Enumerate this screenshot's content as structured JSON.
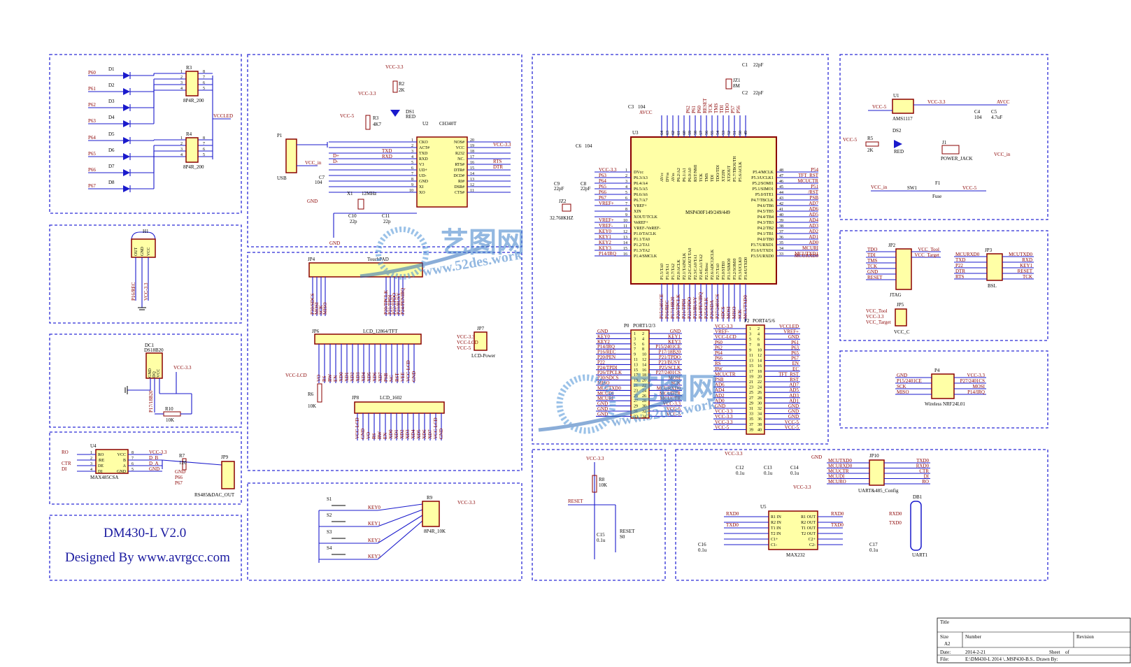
{
  "colors": {
    "block_border": "#2b2bd6",
    "wire": "#1a1acc",
    "ic_fill": "#ffffa6",
    "ic_border": "#8a0000",
    "net_label": "#8a0000",
    "title_text": "#1a1aa0"
  },
  "leds": {
    "diodes": [
      "D1",
      "D2",
      "D3",
      "D4",
      "D5",
      "D6",
      "D7",
      "D8"
    ],
    "nets": [
      "P60",
      "P61",
      "P62",
      "P63",
      "P64",
      "P65",
      "P66",
      "P67"
    ],
    "r3": "R3",
    "r4": "R4",
    "rpack": "8P4R_200",
    "vcc": "VCCLED"
  },
  "h1": {
    "ref": "H1",
    "pins": [
      "OUT",
      "GND",
      "VCC"
    ],
    "nets": [
      "P16/REC",
      "VCC-3.3"
    ]
  },
  "ds18": {
    "ref": "DC1",
    "part": "DS18B20",
    "pins": [
      "GND",
      "DQ",
      "VCC"
    ],
    "vcc": "VCC-3.3",
    "net": "P17/18B20",
    "r": "R10",
    "rv": "10K"
  },
  "rs485": {
    "ref": "U4",
    "part": "MAX485CSA",
    "left_pins": [
      "RO",
      "/RE",
      "DE",
      "DI"
    ],
    "right_pins": [
      "VCC",
      "B",
      "A",
      "GND"
    ],
    "left_nets": [
      "RO",
      "CTR",
      "DI"
    ],
    "right_nets": [
      "VCC-3.3",
      "D_B",
      "D_A",
      "GND"
    ],
    "r7": "R7",
    "r7v": "120",
    "jp9": "JP9",
    "jp9_nets": [
      "GND",
      "P66",
      "P67"
    ],
    "jp9_label": "RS485&DAC_OUT"
  },
  "title_block": {
    "line1": "DM430-L V2.0",
    "line2": "Designed By www.avrgcc.com"
  },
  "usb": {
    "ref": "U2",
    "part": "CH340T",
    "p1": "P1",
    "usb": "USB",
    "left_pins": [
      "CKO",
      "ACT#",
      "TXD",
      "RXD",
      "V3",
      "UD+",
      "UD-",
      "GND",
      "XI",
      "XO"
    ],
    "right_pins": [
      "NOS#",
      "VCC",
      "R232",
      "NC.",
      "RTS#",
      "DTR#",
      "DCD#",
      "RI#",
      "DSR#",
      "CTS#"
    ],
    "left_nums": [
      "1",
      "2",
      "3",
      "4",
      "5",
      "6",
      "7",
      "8",
      "9",
      "10"
    ],
    "right_nums": [
      "20",
      "19",
      "18",
      "17",
      "16",
      "15",
      "14",
      "13",
      "12",
      "11"
    ],
    "nets": {
      "vcc": "VCC-3.3",
      "vcc5": "VCC-5",
      "txd": "TXD",
      "rxd": "RXD",
      "rts": "RTS",
      "dtr": "DTR",
      "dp": "D+",
      "dm": "D-",
      "vin": "VCC_in"
    },
    "parts": {
      "r2": "R2",
      "r2v": "2K",
      "r3": "R3",
      "r3v": "4K7",
      "ds1": "DS1",
      "ds1c": "RED",
      "x1": "X1",
      "x1v": "12MHz",
      "c10": "C10",
      "c11": "C11",
      "cv": "22p",
      "c7": "C7",
      "c7v": "104",
      "gnd": "GND"
    }
  },
  "jp4": {
    "ref": "JP4",
    "label": "TouchPAD",
    "nets": [
      "P30/SDCS",
      "MOSI",
      "SCK",
      "MISO",
      "P20/TPCLK",
      "P21/TPDI",
      "P22/TPDO",
      "P23/BUSY",
      "P24/PENIRQ"
    ]
  },
  "jp6": {
    "ref": "JP6",
    "label": "LCD_12864/TFT",
    "nets": [
      "VO",
      "RS",
      "RW",
      "EN",
      "XD0",
      "XD1",
      "XD2",
      "XD3",
      "XD4",
      "XD5",
      "XD6",
      "XD7",
      "PSB",
      "NC",
      "RST",
      "VEE",
      "VCC-LCD",
      "GND"
    ],
    "vcc": "VCC-LCD",
    "r6": "R6",
    "r6v": "10K"
  },
  "jp7": {
    "ref": "JP7",
    "label": "LCD-Power",
    "nets": [
      "VCC-3.3",
      "VCC-LCD",
      "VCC-5"
    ]
  },
  "jp8": {
    "ref": "JP8",
    "label": "LCD_1602",
    "nets": [
      "VCC-LCD",
      "GND",
      "VO",
      "RS",
      "RW",
      "EN",
      "XD0",
      "XD1",
      "XD2",
      "XD3",
      "XD4",
      "XD5",
      "XD6",
      "XD7",
      "VCC-LCD",
      "GND"
    ]
  },
  "keys": {
    "switches": [
      "S1",
      "S2",
      "S3",
      "S4"
    ],
    "nets": [
      "KEY0",
      "KEY1",
      "KEY2",
      "KEY3"
    ],
    "r9": "R9",
    "rp": "8P4R_10K",
    "vcc": "VCC-3.3"
  },
  "mcu": {
    "ref": "U3",
    "part": "MSP430F149/249/449",
    "top_pins": [
      "AVcc",
      "DVss",
      "AVss",
      "P6.2/A2",
      "P6.1/A1",
      "P6.0/A0",
      "RST/NMI",
      "TCK",
      "TMS",
      "TDI",
      "TDO/TDI",
      "XT2IN",
      "XT2OUT",
      "P5.7/TBOUTH",
      "P5.6/ACLK"
    ],
    "top_nums": [
      "64",
      "63",
      "62",
      "61",
      "60",
      "59",
      "58",
      "57",
      "56",
      "55",
      "54",
      "53",
      "52",
      "51",
      "50",
      "49"
    ],
    "top_nets": [
      "P62",
      "P61",
      "P60",
      "RESET",
      "TCK",
      "TMS",
      "TDI",
      "TDO",
      "P57",
      "P56"
    ],
    "left_pins": [
      "DVcc",
      "P6.3/A3",
      "P6.4/A4",
      "P6.5/A5",
      "P6.6/A6",
      "P6.7/A7",
      "VREF+",
      "XIN",
      "XOUT/TCLK",
      "VeREF+",
      "VREF-/VeREF-",
      "P1.0/TACLK",
      "P1.1/TA0",
      "P1.2/TA1",
      "P1.3/TA2",
      "P1.4/SMCLK"
    ],
    "left_nums": [
      "1",
      "2",
      "3",
      "4",
      "5",
      "6",
      "7",
      "8",
      "9",
      "10",
      "11",
      "12",
      "13",
      "14",
      "15",
      "16"
    ],
    "left_nets": [
      "VCC-3.3",
      "P63",
      "P64",
      "P65",
      "P66",
      "P67",
      "VREF+",
      "",
      "",
      "VREF+",
      "VREF-",
      "KEY0",
      "KEY1",
      "KEY2",
      "KEY3",
      "P14/IRQ"
    ],
    "right_pins": [
      "P5.4/MCLK",
      "P5.3/UCLK1",
      "P5.2/SOMI1",
      "P5.1/SIMO1",
      "P5.0/STE1",
      "P4.7/TBCLK",
      "P4.6/TB6",
      "P4.5/TB5",
      "P4.4/TB4",
      "P4.3/TB3",
      "P4.2/TB2",
      "P4.1/TB1",
      "P4.0/TB0",
      "P3.7/URXD1",
      "P3.6/UTXD1",
      "P3.5/URXD0"
    ],
    "right_nums": [
      "48",
      "47",
      "46",
      "45",
      "44",
      "43",
      "42",
      "41",
      "40",
      "39",
      "38",
      "37",
      "36",
      "35",
      "34",
      "33"
    ],
    "right_nets": [
      "P54",
      "TFT_RST",
      "MCUCTR",
      "P51",
      "/RST",
      "PSB",
      "AD7",
      "AD6",
      "AD5",
      "AD4",
      "AD3",
      "AD2",
      "AD1",
      "AD0",
      "MCURI",
      "MCUTXD1"
    ],
    "right_nets2": [
      "",
      "",
      "",
      "",
      "",
      "",
      "",
      "",
      "",
      "",
      "",
      "",
      "",
      "",
      "",
      "MCURXD0"
    ],
    "bottom_pins": [
      "P1.5/TA0",
      "P1.6/TA1",
      "P1.7/TA2",
      "P2.0/ACLK",
      "P2.1/TAINCLK",
      "P2.2/CAOUT/TA0",
      "P2.3/CA0/TA1",
      "P2.4/CA1/TA2",
      "P2.5/Rosc",
      "P2.6/ADC12CLK",
      "P2.7/TA0",
      "P3.0/STE0",
      "P3.1/SIMO0",
      "P3.2/SOMI0",
      "P3.3/UCLK0",
      "P3.4/UTXD0"
    ],
    "bottom_nets": [
      "P15/2401CE",
      "P16/REC",
      "P17/18B20",
      "P20/TPCLK",
      "P21/TPDI",
      "P22/TPDO",
      "P23/BUSY",
      "P24/PENIRQ",
      "P25/SCLK",
      "P26/SDA",
      "P27/2401CS",
      "SDCS",
      "MOSI",
      "MISO",
      "SCK",
      "MCUTXD0"
    ],
    "parts": {
      "c1": "C1",
      "c2": "C2",
      "cv": "22pF",
      "jz1": "JZ1",
      "jz1v": "8M",
      "c3": "C3",
      "c3v": "104",
      "avcc": "AVCC",
      "c6": "C6",
      "c6v": "104",
      "c8": "C8",
      "c9": "C9",
      "c89v": "22pF",
      "jz2": "JZ2",
      "jz2v": "32.768KHZ"
    }
  },
  "port123": {
    "ref": "P0",
    "label": "PORT1/2/3",
    "left": [
      "GND",
      "KEY0",
      "KEY2",
      "P14/IRQ",
      "P16/REC",
      "P20/PEN",
      "P22",
      "P24/TPDI",
      "P26/TPCLK",
      "P30/SDCS",
      "MISO",
      "MCUTXD0",
      "MCUDI",
      "MCURI",
      "GND",
      "GND",
      "GND"
    ],
    "right": [
      "GND",
      "KEY1",
      "KEY3",
      "P15/2401CE",
      "P17/18B20",
      "P21/TPDO",
      "P23/BUSY",
      "P25/SCLK",
      "P27/2401CS",
      "MOSI",
      "SCK",
      "MCURXD0",
      "MCUDTR",
      "MCUCTR",
      "VCC-3.3",
      "VCC-5",
      "VCC-5"
    ]
  },
  "port456": {
    "ref": "P2",
    "label": "PORT4/5/6",
    "left": [
      "VCC-3.3",
      "VREF-",
      "VCC-LCD",
      "P60",
      "P62",
      "P64",
      "P66",
      "RS",
      "RW",
      "MCUCTR",
      "PSB",
      "AD6",
      "AD4",
      "AD2",
      "AD0",
      "GND",
      "VCC-3.3",
      "VCC-3.3",
      "VCC-3.3",
      "VCC-5"
    ],
    "right": [
      "VCCLED",
      "VREF+",
      "GND",
      "P61",
      "P63",
      "P65",
      "P67",
      "EN",
      "EC",
      "TFT_RST",
      "RST",
      "AD7",
      "AD5",
      "AD3",
      "AD1",
      "GND",
      "GND",
      "GND",
      "VCC-5",
      "VCC-5"
    ]
  },
  "power": {
    "u1": "U1",
    "u1p": "AMS1117",
    "vcc5": "VCC-5",
    "vcc33": "VCC-3.3",
    "avcc": "AVCC",
    "c4": "C4",
    "c4v": "104",
    "c5": "C5",
    "c5v": "4.7uF",
    "r5": "R5",
    "r5v": "2K",
    "ds2": "DS2",
    "ds2c": "RED",
    "j1": "J1",
    "j1p": "POWER_JACK",
    "vin": "VCC_in",
    "sw1": "SW1",
    "f1": "F1",
    "f1p": "Fuse"
  },
  "jtag": {
    "jp2": "JP2",
    "jp2_label": "JTAG",
    "left": [
      "TDO",
      "TDI",
      "TMS",
      "TCK",
      "GND",
      "RESET"
    ],
    "right": [
      "VCC_Tool",
      "VCC_Target"
    ],
    "jp3": "JP3",
    "jp3_label": "BSL",
    "jp3_left": [
      "MCURXD0",
      "TXD",
      "P22",
      "DTR",
      "RTS"
    ],
    "jp3_right": [
      "MCUTXD0",
      "RXD",
      "KEY1",
      "RESET",
      "TCK"
    ],
    "jp5": "JP5",
    "jp5_label": "VCC_C",
    "jp5_nets": [
      "VCC_Tool",
      "VCC-3.3",
      "VCC_Target"
    ]
  },
  "nrf": {
    "ref": "P4",
    "label": "Wireless NRF24L01",
    "left": [
      "GND",
      "P15/2401CE",
      "SCK",
      "MISO"
    ],
    "right": [
      "VCC-3.3",
      "P27/2401CS",
      "MOSI",
      "P14/IRQ"
    ]
  },
  "reset": {
    "vcc": "VCC-3.3",
    "r8": "R8",
    "r8v": "10K",
    "net": "RESET",
    "c15": "C15",
    "c15v": "0.1u",
    "sw": "RESET",
    "s0": "S0"
  },
  "rs232": {
    "u5": "U5",
    "u5p": "MAX232",
    "vcc": "VCC-3.3",
    "gnd": "GND",
    "left_pins": [
      "R1 IN",
      "R2 IN",
      "T1 IN",
      "T2 IN",
      "C1+",
      "C1-"
    ],
    "right_pins": [
      "R1 OUT",
      "R2 OUT",
      "T1 OUT",
      "T2 OUT",
      "C2+",
      "C2-"
    ],
    "left_nets": [
      "RXD0",
      "",
      "TXD0"
    ],
    "right_nets": [
      "RXD0",
      "TXD0"
    ],
    "caps": [
      "C12",
      "C13",
      "C14",
      "C16",
      "C17"
    ],
    "cv": "0.1u",
    "jp10": "JP10",
    "jp10_label": "UART&485_Config",
    "jp10_left": [
      "MCUTXD0",
      "MCURXD0",
      "MCUCTR",
      "MCUDI",
      "MCURO"
    ],
    "jp10_right": [
      "TXD0",
      "RXD0",
      "CTR",
      "DI",
      "RO"
    ],
    "db": "DB1",
    "db_label": "UART1",
    "db_nets": [
      "RXD0",
      "TXD0"
    ]
  },
  "titleblock": {
    "title": "Title",
    "size": "Size",
    "size_v": "A2",
    "number": "Number",
    "revision": "Revision",
    "date": "Date:",
    "date_v": "2014-2-21",
    "sheet": "Sheet",
    "of": "of",
    "file": "File:",
    "file_v": "E:\\DM430-L   2014   \\..MSP430-B.S..    Drawn By:"
  },
  "watermark": {
    "name": "艺图网",
    "url": "www.52des.work"
  }
}
